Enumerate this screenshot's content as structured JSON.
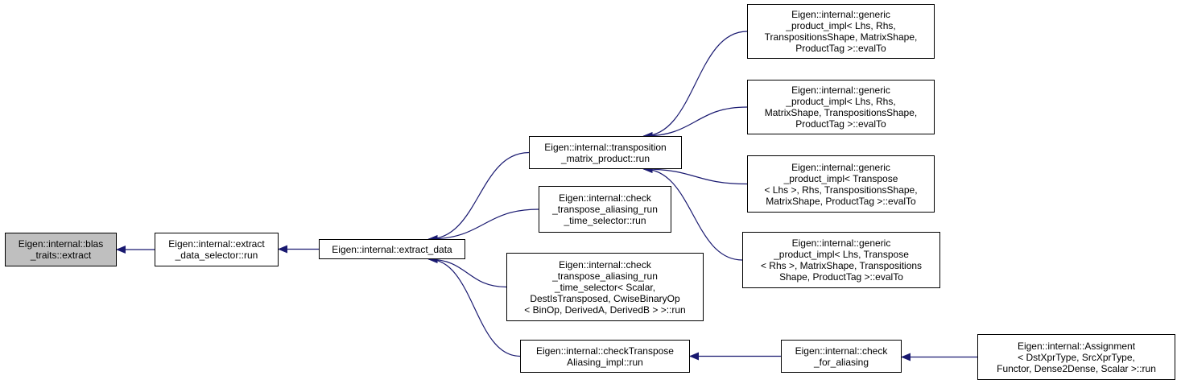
{
  "graph": {
    "edge_color": "#191970",
    "root_fill": "#bfbfbf",
    "nodes": [
      {
        "id": "n0",
        "label": "Eigen::internal::blas\n_traits::extract"
      },
      {
        "id": "n1",
        "label": "Eigen::internal::extract\n_data_selector::run"
      },
      {
        "id": "n2",
        "label": "Eigen::internal::extract_data"
      },
      {
        "id": "n3",
        "label": "Eigen::internal::transposition\n_matrix_product::run"
      },
      {
        "id": "n4",
        "label": "Eigen::internal::check\n_transpose_aliasing_run\n_time_selector::run"
      },
      {
        "id": "n5",
        "label": "Eigen::internal::check\n_transpose_aliasing_run\n_time_selector< Scalar,\n DestIsTransposed, CwiseBinaryOp\n< BinOp, DerivedA, DerivedB > >::run"
      },
      {
        "id": "n6",
        "label": "Eigen::internal::checkTranspose\nAliasing_impl::run"
      },
      {
        "id": "n7",
        "label": "Eigen::internal::generic\n_product_impl< Lhs, Rhs,\n TranspositionsShape, MatrixShape,\n ProductTag >::evalTo"
      },
      {
        "id": "n8",
        "label": "Eigen::internal::generic\n_product_impl< Lhs, Rhs,\n MatrixShape, TranspositionsShape,\n ProductTag >::evalTo"
      },
      {
        "id": "n9",
        "label": "Eigen::internal::generic\n_product_impl< Transpose\n< Lhs >, Rhs, TranspositionsShape,\n MatrixShape, ProductTag >::evalTo"
      },
      {
        "id": "n10",
        "label": "Eigen::internal::generic\n_product_impl< Lhs, Transpose\n< Rhs >, MatrixShape, Transpositions\nShape, ProductTag >::evalTo"
      },
      {
        "id": "n11",
        "label": "Eigen::internal::check\n_for_aliasing"
      },
      {
        "id": "n12",
        "label": "Eigen::internal::Assignment\n< DstXprType, SrcXprType,\n Functor, Dense2Dense, Scalar >::run"
      }
    ],
    "edges": [
      {
        "from": "n1",
        "to": "n0"
      },
      {
        "from": "n2",
        "to": "n1"
      },
      {
        "from": "n3",
        "to": "n2"
      },
      {
        "from": "n4",
        "to": "n2"
      },
      {
        "from": "n5",
        "to": "n2"
      },
      {
        "from": "n6",
        "to": "n2"
      },
      {
        "from": "n7",
        "to": "n3"
      },
      {
        "from": "n8",
        "to": "n3"
      },
      {
        "from": "n9",
        "to": "n3"
      },
      {
        "from": "n10",
        "to": "n3"
      },
      {
        "from": "n11",
        "to": "n6"
      },
      {
        "from": "n12",
        "to": "n11"
      }
    ]
  }
}
